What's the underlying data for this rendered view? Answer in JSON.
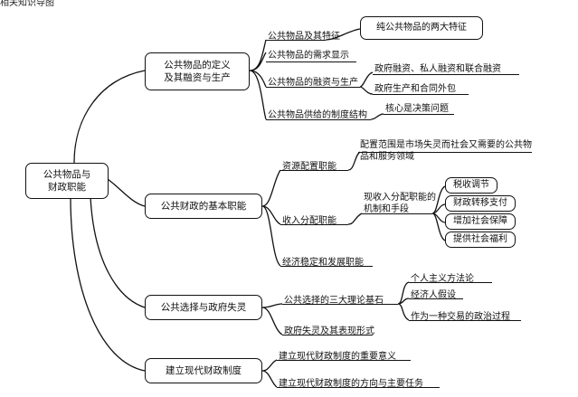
{
  "top_fragment": "相关知识导图",
  "root": {
    "line1": "公共物品与",
    "line2": "财政职能"
  },
  "branches": [
    {
      "line1": "公共物品的定义",
      "line2": "及其融资与生产",
      "items": [
        {
          "label": "公共物品及其特征",
          "sub": [
            "纯公共物品的两大特征"
          ]
        },
        {
          "label": "公共物品的需求显示"
        },
        {
          "label": "公共物品的融资与生产",
          "sub": [
            "政府融资、私人融资和联合融资",
            "政府生产和合同外包"
          ]
        },
        {
          "label": "公共物品供给的制度结构",
          "sub": [
            "核心是决策问题"
          ]
        }
      ]
    },
    {
      "line1": "公共财政的基本职能",
      "items": [
        {
          "label": "资源配置职能",
          "sub": [
            "配置范围是市场失灵而社会又需要的公共物品和服务领域"
          ]
        },
        {
          "label": "收入分配职能",
          "mid": {
            "line1": "现收入分配职能的",
            "line2": "机制和手段"
          },
          "sub": [
            "税收调节",
            "财政转移支付",
            "增加社会保障",
            "提供社会福利"
          ]
        },
        {
          "label": "经济稳定和发展职能"
        }
      ]
    },
    {
      "line1": "公共选择与政府失灵",
      "items": [
        {
          "label": "公共选择的三大理论基石",
          "sub": [
            "个人主义方法论",
            "经济人假设",
            "作为一种交易的政治过程"
          ]
        },
        {
          "label": "政府失灵及其表现形式"
        }
      ]
    },
    {
      "line1": "建立现代财政制度",
      "items": [
        {
          "label": "建立现代财政制度的重要意义"
        },
        {
          "label": "建立现代财政制度的方向与主要任务"
        }
      ]
    }
  ]
}
